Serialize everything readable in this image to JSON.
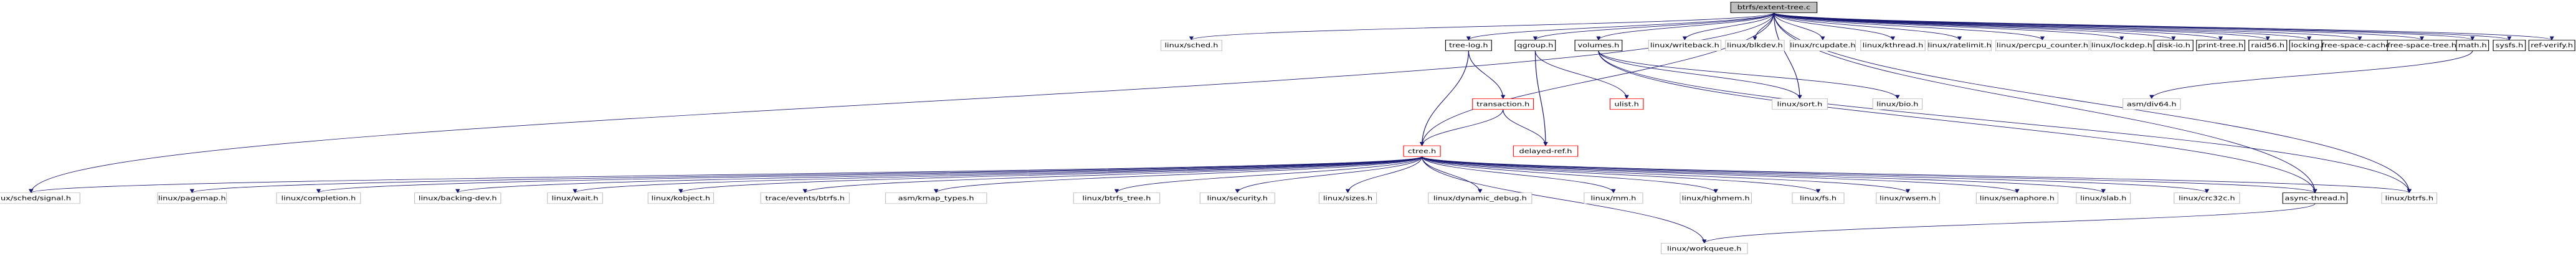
{
  "graph_title": "btrfs/extent-tree.c",
  "colors": {
    "edge": "#191970",
    "node_border_default": "#000000",
    "node_border_external": "#bfbfbf",
    "node_border_missing": "#ff0000",
    "root_fill": "#bfbfbf",
    "node_fill": "#ffffff",
    "text": "#000000"
  },
  "nodes": {
    "root": "btrfs/extent-tree.c",
    "sched": "linux/sched.h",
    "treelog": "tree-log.h",
    "qgroup": "qgroup.h",
    "volumes": "volumes.h",
    "writeback": "linux/writeback.h",
    "blkdev": "linux/blkdev.h",
    "rcupdate": "linux/rcupdate.h",
    "kthread": "linux/kthread.h",
    "ratelimit": "linux/ratelimit.h",
    "percpu": "linux/percpu_counter.h",
    "lockdep": "linux/lockdep.h",
    "diskio": "disk-io.h",
    "printtree": "print-tree.h",
    "raid56": "raid56.h",
    "locking": "locking.h",
    "fscache": "free-space-cache.h",
    "fstree": "free-space-tree.h",
    "math": "math.h",
    "sysfs": "sysfs.h",
    "refverify": "ref-verify.h",
    "transaction": "transaction.h",
    "ulist": "ulist.h",
    "sort": "linux/sort.h",
    "bio": "linux/bio.h",
    "div64": "asm/div64.h",
    "ctree": "ctree.h",
    "delayedref": "delayed-ref.h",
    "schedsignal": "linux/sched/signal.h",
    "pagemap": "linux/pagemap.h",
    "completion": "linux/completion.h",
    "backingdev": "linux/backing-dev.h",
    "wait": "linux/wait.h",
    "kobject": "linux/kobject.h",
    "trace": "trace/events/btrfs.h",
    "kmap": "asm/kmap_types.h",
    "btrfstree": "linux/btrfs_tree.h",
    "security": "linux/security.h",
    "sizes": "linux/sizes.h",
    "dyndebug": "linux/dynamic_debug.h",
    "mm": "linux/mm.h",
    "highmem": "linux/highmem.h",
    "fs": "linux/fs.h",
    "rwsem": "linux/rwsem.h",
    "semaphore": "linux/semaphore.h",
    "slab": "linux/slab.h",
    "crc32c": "linux/crc32c.h",
    "asyncthread": "async-thread.h",
    "btrfsh": "linux/btrfs.h",
    "workqueue": "linux/workqueue.h"
  },
  "edges": [
    [
      "root",
      "sched"
    ],
    [
      "root",
      "treelog"
    ],
    [
      "root",
      "qgroup"
    ],
    [
      "root",
      "volumes"
    ],
    [
      "root",
      "writeback"
    ],
    [
      "root",
      "blkdev"
    ],
    [
      "root",
      "rcupdate"
    ],
    [
      "root",
      "kthread"
    ],
    [
      "root",
      "ratelimit"
    ],
    [
      "root",
      "percpu"
    ],
    [
      "root",
      "lockdep"
    ],
    [
      "root",
      "diskio"
    ],
    [
      "root",
      "printtree"
    ],
    [
      "root",
      "raid56"
    ],
    [
      "root",
      "locking"
    ],
    [
      "root",
      "fscache"
    ],
    [
      "root",
      "fstree"
    ],
    [
      "root",
      "math"
    ],
    [
      "root",
      "sysfs"
    ],
    [
      "root",
      "refverify"
    ],
    [
      "root",
      "sort"
    ],
    [
      "root",
      "schedsignal"
    ],
    [
      "root",
      "ctree"
    ],
    [
      "root",
      "asyncthread"
    ],
    [
      "root",
      "btrfsh"
    ],
    [
      "treelog",
      "transaction"
    ],
    [
      "treelog",
      "ctree"
    ],
    [
      "qgroup",
      "ulist"
    ],
    [
      "qgroup",
      "delayedref"
    ],
    [
      "volumes",
      "sort"
    ],
    [
      "volumes",
      "bio"
    ],
    [
      "volumes",
      "asyncthread"
    ],
    [
      "volumes",
      "btrfsh"
    ],
    [
      "math",
      "div64"
    ],
    [
      "transaction",
      "ctree"
    ],
    [
      "transaction",
      "delayedref"
    ],
    [
      "ctree",
      "schedsignal"
    ],
    [
      "ctree",
      "pagemap"
    ],
    [
      "ctree",
      "completion"
    ],
    [
      "ctree",
      "backingdev"
    ],
    [
      "ctree",
      "wait"
    ],
    [
      "ctree",
      "kobject"
    ],
    [
      "ctree",
      "trace"
    ],
    [
      "ctree",
      "kmap"
    ],
    [
      "ctree",
      "btrfstree"
    ],
    [
      "ctree",
      "security"
    ],
    [
      "ctree",
      "sizes"
    ],
    [
      "ctree",
      "dyndebug"
    ],
    [
      "ctree",
      "mm"
    ],
    [
      "ctree",
      "highmem"
    ],
    [
      "ctree",
      "fs"
    ],
    [
      "ctree",
      "rwsem"
    ],
    [
      "ctree",
      "semaphore"
    ],
    [
      "ctree",
      "slab"
    ],
    [
      "ctree",
      "crc32c"
    ],
    [
      "ctree",
      "asyncthread"
    ],
    [
      "ctree",
      "btrfsh"
    ],
    [
      "ctree",
      "workqueue"
    ],
    [
      "asyncthread",
      "workqueue"
    ]
  ]
}
